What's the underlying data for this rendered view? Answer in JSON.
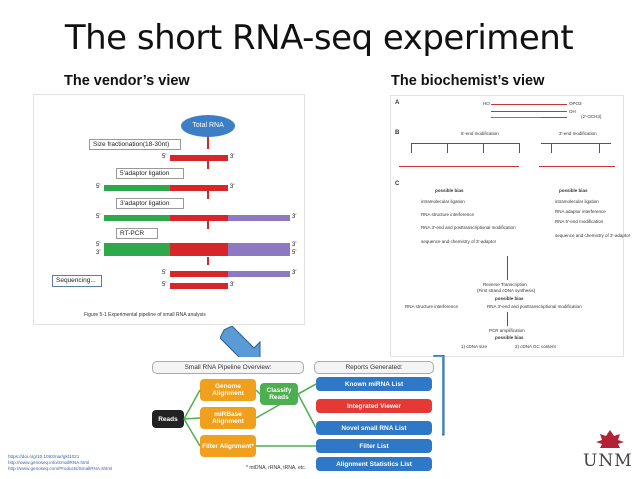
{
  "title": "The short RNA-seq experiment",
  "vendor_label": "The vendor’s view",
  "biochem_label": "The biochemist’s view",
  "vendor_figure": {
    "total_rna": "Total RNA",
    "size_fractionation": "Size fractionation(18-30nt)",
    "adaptor5": "5'adaptor ligation",
    "adaptor3": "3'adaptor ligation",
    "rtpcr": "RT-PCR",
    "sequencing": "Sequencing...",
    "end5": "5'",
    "end3": "3'",
    "caption": "Figure 5-1  Experimental pipeline of small RNA analysis"
  },
  "biochem_figure": {
    "panel_a": "A",
    "panel_b": "B",
    "panel_c": "C",
    "ho_label": "HO",
    "oh_label": "OH",
    "opo3": "OPO3",
    "ch3": "(2'-OCH3)",
    "mod5": "5'-end modification",
    "mod3": "3'-end modification",
    "possible_bias": "possible bias",
    "bias_intramolecular": "intramolecular ligation",
    "bias_structure": "RNA structure interference",
    "bias_modification": "RNA 3'-end and posttranscriptional modification",
    "bias_sequence": "sequence and chemistry of 3'-adaptor",
    "bias_rna_adaptor": "RNA adaptor interference",
    "bias_mods": "RNA 5'-end modification",
    "rt": "Reverse Transcription",
    "rt_sub": "(First strand cDNA synthesis)",
    "pcr": "PCR amplification",
    "pcr_bias": "possible bias",
    "cdna_size": "1) cDNA size",
    "cdna_content": "2) cDNA GC content"
  },
  "pipeline": {
    "overview_header": "Small RNA Pipeline Overview:",
    "reports_header": "Reports Generated:",
    "reads": "Reads",
    "genome_alignment": "Genome Alignment",
    "mirbase_alignment": "miRBase Alignment",
    "filter_alignment": "Filter Alignment*",
    "classify_reads": "Classify Reads",
    "known_mirna": "Known miRNA List",
    "integrated_viewer": "Integrated Viewer",
    "novel_small_rna": "Novel small RNA List",
    "filter_list": "Filter List",
    "alignment_stats": "Alignment Statistics List",
    "footnote": "* mtDNA, rRNA, tRNA, etc."
  },
  "references": [
    "https://doi.org/10.1093/nar/gkt1021",
    "http://www.genoseq.info/SmallRNA.html",
    "http://www.genoseq.com/Products/SmallRNA.shtml"
  ],
  "logo_text": "UNM",
  "colors": {
    "red": "#d6262a",
    "green": "#2ea84a",
    "purple": "#8c79c2",
    "blue": "#2f78c7",
    "orange": "#f0a01c",
    "unm_red": "#b22234"
  }
}
